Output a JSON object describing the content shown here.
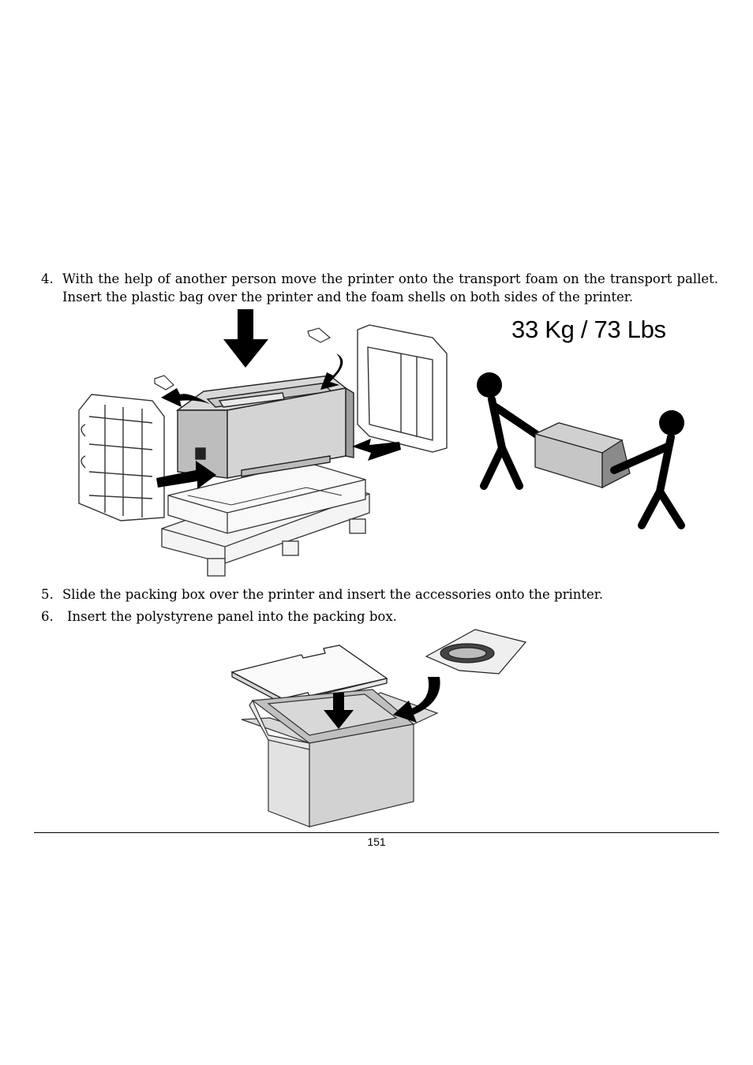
{
  "steps": [
    {
      "number": "4.",
      "text": "With the help of another person move the printer onto the transport foam on the transport pallet. Insert the plastic bag over the printer and the foam shells on both sides of the printer."
    },
    {
      "number": "5.",
      "text": "Slide the packing box over the printer and insert the accessories onto the printer."
    },
    {
      "number": "6.",
      "text": "Insert the polystyrene panel into the packing box."
    }
  ],
  "figure1": {
    "weight_label": "33 Kg / 73 Lbs"
  },
  "footer": {
    "page_number": "151"
  }
}
